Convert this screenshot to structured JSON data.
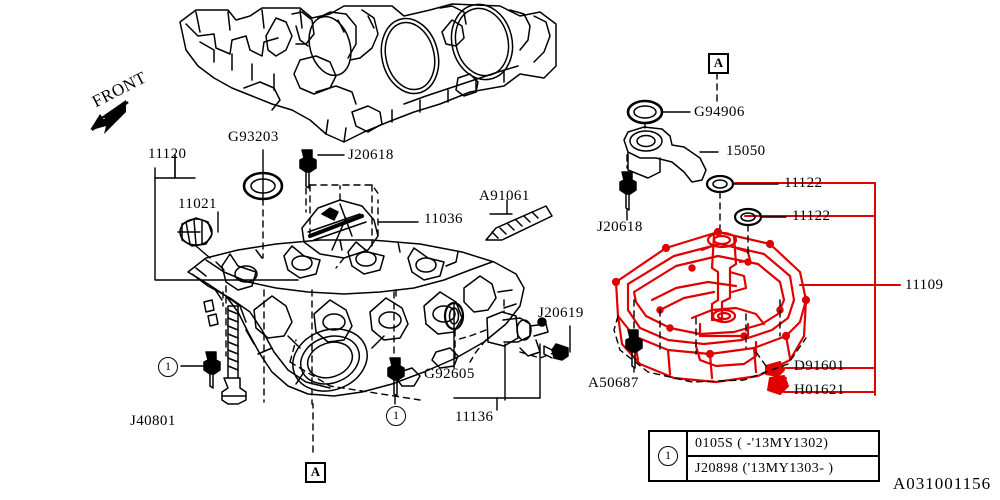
{
  "diagram": {
    "code": "A031001156",
    "orientation_label": "FRONT",
    "section_marker": "A",
    "colors": {
      "highlight": "#e00000",
      "line": "#000000",
      "background": "#ffffff"
    }
  },
  "labels": {
    "p11120": "11120",
    "p11021": "11021",
    "g93203": "G93203",
    "j20618_a": "J20618",
    "p11036": "11036",
    "a91061": "A91061",
    "j20619": "J20619",
    "g92605": "G92605",
    "p11136": "11136",
    "j40801": "J40801",
    "g94906": "G94906",
    "p15050": "15050",
    "j20618_b": "J20618",
    "p11122_a": "11122",
    "p11122_b": "11122",
    "p11109": "11109",
    "a50687": "A50687",
    "d91601": "D91601",
    "h01621": "H01621"
  },
  "legend": {
    "marker": "1",
    "row1": "0105S  ( -'13MY1302)",
    "row2": "J20898 ('13MY1303- )"
  },
  "callouts": {
    "circle_marker": "1"
  }
}
